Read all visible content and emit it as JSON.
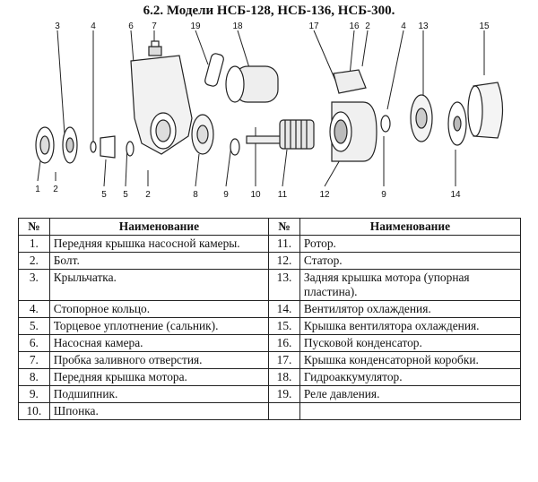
{
  "title": "6.2. Модели НСБ-128, НСБ-136, НСБ-300.",
  "callouts": [
    "3",
    "4",
    "6",
    "7",
    "19",
    "18",
    "17",
    "16",
    "2",
    "4",
    "13",
    "15",
    "1",
    "2",
    "5",
    "5",
    "2",
    "8",
    "9",
    "10",
    "11",
    "12",
    "9",
    "14"
  ],
  "table": {
    "headers": {
      "num1": "№",
      "name1": "Наименование",
      "num2": "№",
      "name2": "Наименование"
    },
    "rows": [
      {
        "n1": "1.",
        "t1": "Передняя крышка насосной камеры.",
        "n2": "11.",
        "t2": "Ротор."
      },
      {
        "n1": "2.",
        "t1": "Болт.",
        "n2": "12.",
        "t2": "Статор."
      },
      {
        "n1": "3.",
        "t1": "Крыльчатка.",
        "n2": "13.",
        "t2": "Задняя крышка мотора (упорная пластина)."
      },
      {
        "n1": "4.",
        "t1": "Стопорное кольцо.",
        "n2": "14.",
        "t2": "Вентилятор охлаждения."
      },
      {
        "n1": "5.",
        "t1": "Торцевое уплотнение (сальник).",
        "n2": "15.",
        "t2": "Крышка вентилятора охлаждения."
      },
      {
        "n1": "6.",
        "t1": "Насосная камера.",
        "n2": "16.",
        "t2": "Пусковой конденсатор."
      },
      {
        "n1": "7.",
        "t1": "Пробка заливного отверстия.",
        "n2": "17.",
        "t2": "Крышка конденсаторной коробки."
      },
      {
        "n1": "8.",
        "t1": "Передняя крышка мотора.",
        "n2": "18.",
        "t2": "Гидроаккумулятор."
      },
      {
        "n1": "9.",
        "t1": "Подшипник.",
        "n2": "19.",
        "t2": "Реле давления."
      },
      {
        "n1": "10.",
        "t1": "Шпонка.",
        "n2": "",
        "t2": ""
      }
    ]
  }
}
